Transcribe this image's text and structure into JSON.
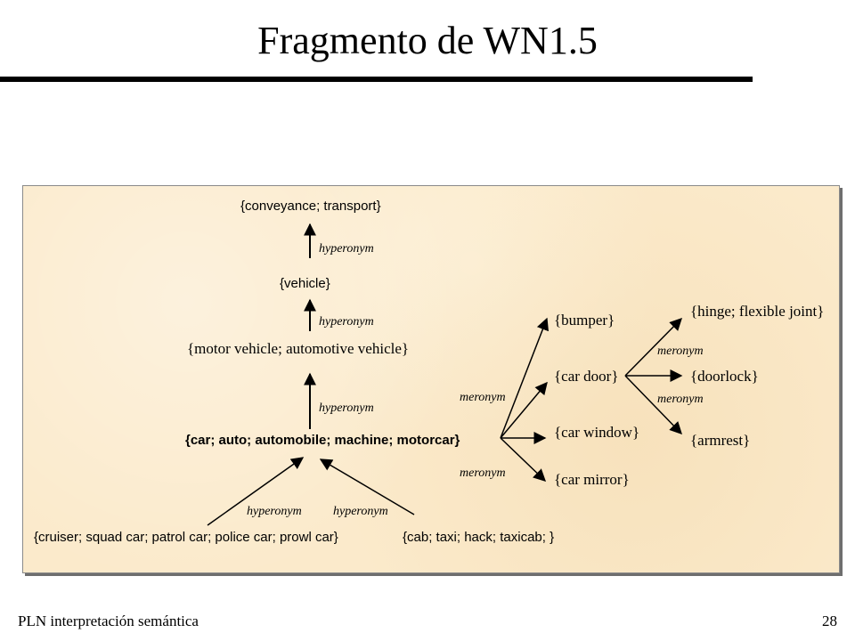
{
  "title": "Fragmento de WN1.5",
  "footer": {
    "left": "PLN  interpretación semántica",
    "page": "28"
  },
  "nodes": {
    "conveyance": "{conveyance; transport}",
    "vehicle": "{vehicle}",
    "motor_vehicle": "{motor vehicle; automotive vehicle}",
    "car": "{car; auto; automobile; machine; motorcar}",
    "cruiser": "{cruiser; squad car; patrol car; police car; prowl car}",
    "cab": "{cab; taxi; hack; taxicab; }",
    "bumper": "{bumper}",
    "car_door": "{car door}",
    "car_window": "{car window}",
    "car_mirror": "{car mirror}",
    "hinge": "{hinge; flexible joint}",
    "doorlock": "{doorlock}",
    "armrest": "{armrest}"
  },
  "relations": {
    "hyperonym_1": "hyperonym",
    "hyperonym_2": "hyperonym",
    "hyperonym_3": "hyperonym",
    "hyperonym_4": "hyperonym",
    "hyperonym_5": "hyperonym",
    "meronym_car_1": "meronym",
    "meronym_car_2": "meronym",
    "meronym_door_1": "meronym",
    "meronym_door_2": "meronym"
  }
}
